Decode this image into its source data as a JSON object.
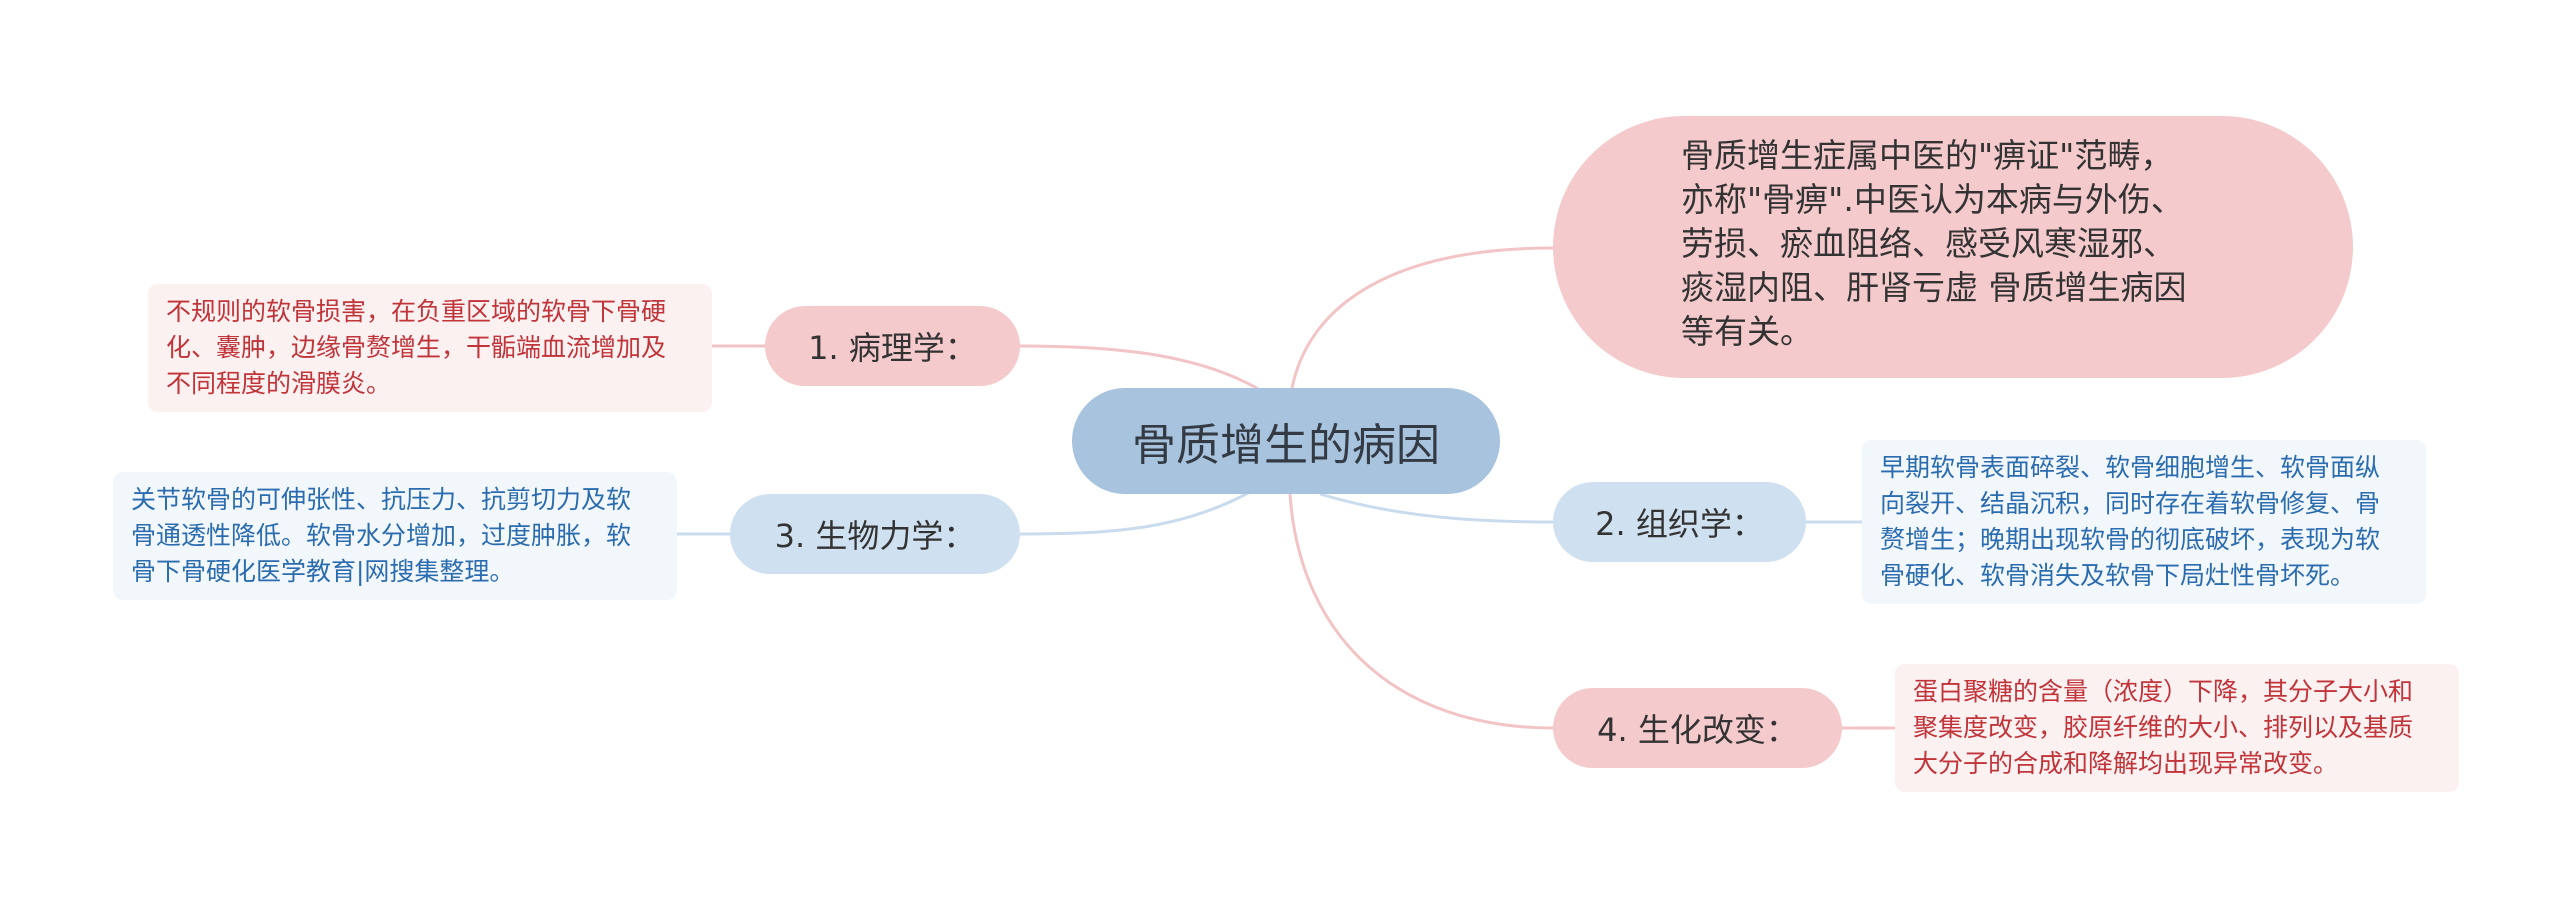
{
  "center": {
    "label": "骨质增生的病因"
  },
  "top_note": {
    "lines": [
      "骨质增生症属中医的\"痹证\"范畴，",
      "亦称\"骨痹\".中医认为本病与外伤、",
      "劳损、瘀血阻络、感受风寒湿邪、",
      "痰湿内阻、肝肾亏虚 骨质增生病因",
      "等有关。"
    ]
  },
  "branches": [
    {
      "label": "1. 病理学：",
      "detail_lines": [
        "不规则的软骨损害，在负重区域的软骨下骨硬",
        "化、囊肿，边缘骨赘增生，干骺端血流增加及",
        "不同程度的滑膜炎。"
      ]
    },
    {
      "label": "3. 生物力学：",
      "detail_lines": [
        "关节软骨的可伸张性、抗压力、抗剪切力及软",
        "骨通透性降低。软骨水分增加，过度肿胀，软",
        "骨下骨硬化医学教育|网搜集整理。"
      ]
    },
    {
      "label": "2. 组织学：",
      "detail_lines": [
        "早期软骨表面碎裂、软骨细胞增生、软骨面纵",
        "向裂开、结晶沉积，同时存在着软骨修复、骨",
        "赘增生；晚期出现软骨的彻底破坏，表现为软",
        "骨硬化、软骨消失及软骨下局灶性骨坏死。"
      ]
    },
    {
      "label": "4. 生化改变：",
      "detail_lines": [
        "蛋白聚糖的含量（浓度）下降，其分子大小和",
        "聚集度改变，胶原纤维的大小、排列以及基质",
        "大分子的合成和降解均出现异常改变。"
      ]
    }
  ],
  "colors": {
    "pink_link": "#f2c4c6",
    "blue_link": "#c9dced",
    "center_fill": "#a8c3de",
    "pink_fill": "#f4cacc",
    "blue_fill": "#cfe0f0",
    "pink_text": "#c0343a",
    "blue_text": "#2b6cb0"
  }
}
